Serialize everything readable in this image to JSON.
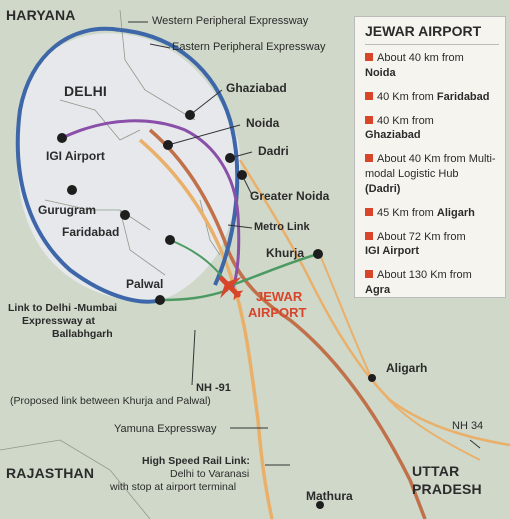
{
  "regions": {
    "haryana": "HARYANA",
    "delhi": "DELHI",
    "rajasthan": "RAJASTHAN",
    "uttar_pradesh_line1": "UTTAR",
    "uttar_pradesh_line2": "PRADESH"
  },
  "places": {
    "ghaziabad": "Ghaziabad",
    "noida": "Noida",
    "dadri": "Dadri",
    "greater_noida": "Greater Noida",
    "igi_airport": "IGI Airport",
    "gurugram": "Gurugram",
    "faridabad": "Faridabad",
    "palwal": "Palwal",
    "khurja": "Khurja",
    "aligarh": "Aligarh",
    "mathura": "Mathura",
    "jewar_line1": "JEWAR",
    "jewar_line2": "AIRPORT"
  },
  "routes": {
    "western_peripheral": "Western Peripheral Expressway",
    "eastern_peripheral": "Eastern Peripheral Expressway",
    "metro_link": "Metro Link",
    "link_delhi_mumbai_1": "Link to Delhi -Mumbai",
    "link_delhi_mumbai_2": "Expressway at",
    "link_delhi_mumbai_3": "Ballabhgarh",
    "nh91": "NH -91",
    "nh91_note": "(Proposed link between Khurja and Palwal)",
    "yamuna_expressway": "Yamuna Expressway",
    "nh34": "NH 34",
    "hsr_1": "High Speed Rail Link:",
    "hsr_2": "Delhi to Varanasi",
    "hsr_3": "with stop at airport terminal"
  },
  "legend": {
    "title": "JEWAR AIRPORT",
    "items": [
      {
        "pre": "About 40 km from",
        "place": "Noida"
      },
      {
        "pre": "40 Km from",
        "place": "Faridabad"
      },
      {
        "pre": "40 Km from",
        "place": "Ghaziabad"
      },
      {
        "pre": "About 40 Km from Multi-modal Logistic Hub",
        "place": "(Dadri)"
      },
      {
        "pre": "45 Km from",
        "place": "Aligarh"
      },
      {
        "pre": "About 72 Km from",
        "place": "IGI Airport"
      },
      {
        "pre": "About 130 Km from",
        "place": "Agra"
      }
    ]
  },
  "colors": {
    "background": "#cfd8c9",
    "delhi_fill": "#e6e8ec",
    "peripheral_blue": "#3d67a8",
    "metro_purple": "#8a4fa8",
    "yamuna_orange": "#eab06a",
    "hsr_copper": "#c0714a",
    "nh_green": "#4c9a62",
    "accent_red": "#d8452b"
  }
}
